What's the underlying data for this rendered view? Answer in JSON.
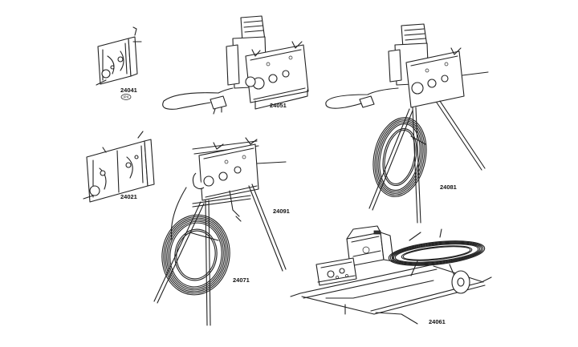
{
  "products": [
    {
      "code": "24041",
      "badge": "IPX"
    },
    {
      "code": "24051"
    },
    {
      "code": "24081"
    },
    {
      "code": "24021"
    },
    {
      "code": "24091"
    },
    {
      "code": "24071"
    },
    {
      "code": "24061"
    }
  ]
}
